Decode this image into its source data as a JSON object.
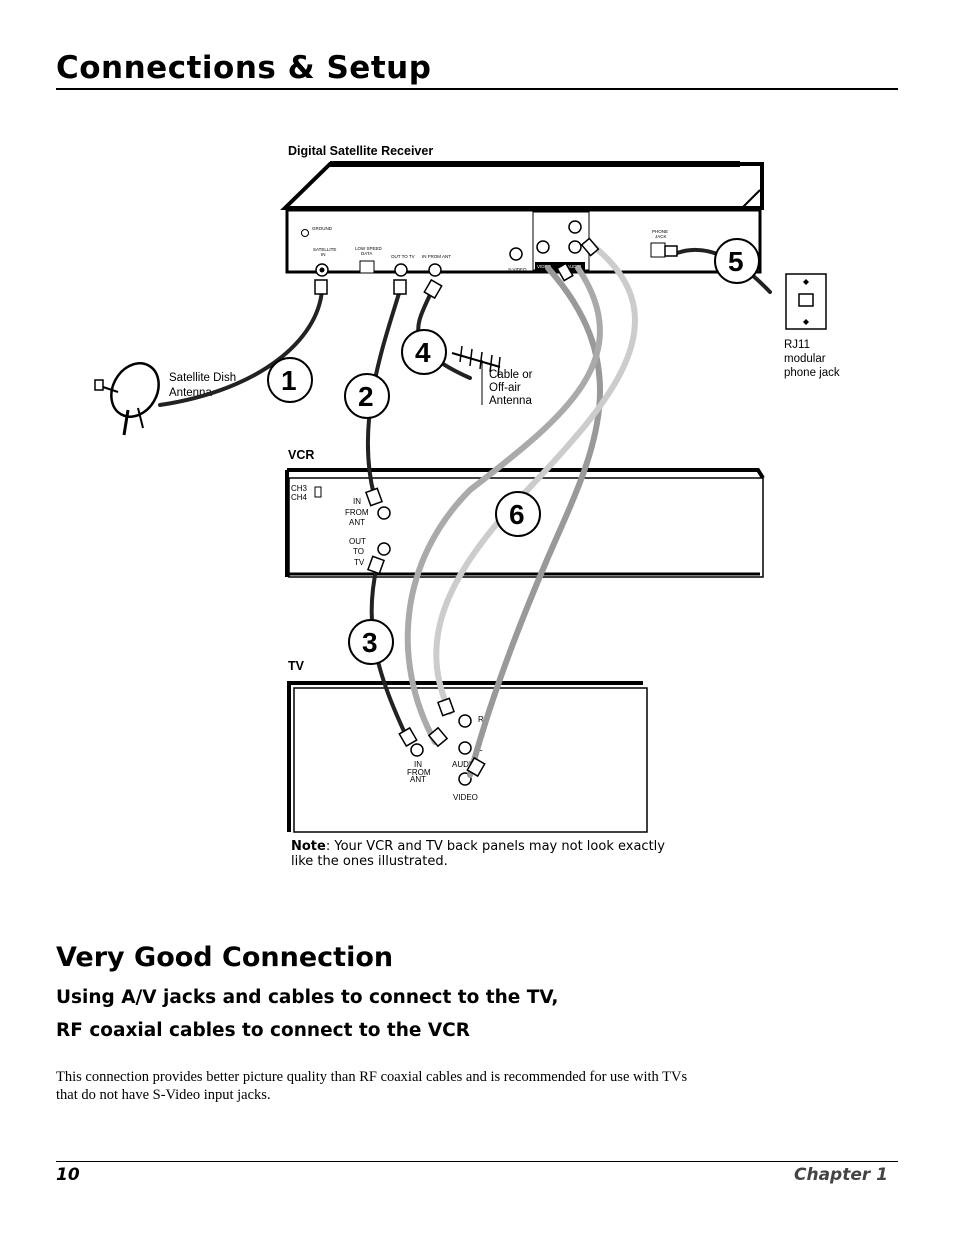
{
  "header": {
    "title": "Connections & Setup"
  },
  "diagram": {
    "receiver_label": "Digital Satellite Receiver",
    "receiver_ports": {
      "ground": "GROUND",
      "satellite_in_1": "SATELLITE",
      "satellite_in_2": "IN",
      "low_speed_1": "LOW SPEED",
      "low_speed_2": "DATA",
      "out_to_tv": "OUT TO TV",
      "in_from_ant": "IN FROM ANT",
      "svideo": "S-VIDEO",
      "video": "VIDEO",
      "audio": "AUDIO",
      "phone_1": "PHONE",
      "phone_2": "JACK"
    },
    "dish_label_1": "Satellite Dish",
    "dish_label_2": "Antenna",
    "antenna_label_1": "Cable or",
    "antenna_label_2": "Off-air",
    "antenna_label_3": "Antenna",
    "phone_jack_label_1": "RJ11",
    "phone_jack_label_2": "modular",
    "phone_jack_label_3": "phone jack",
    "vcr_label": "VCR",
    "vcr_ch3": "CH3",
    "vcr_ch4": "CH4",
    "vcr_in_1": "IN",
    "vcr_in_2": "FROM",
    "vcr_in_3": "ANT",
    "vcr_out_1": "OUT",
    "vcr_out_2": "TO",
    "vcr_out_3": "TV",
    "tv_label": "TV",
    "tv_r": "R",
    "tv_l": "L",
    "tv_audio": "AUDIO",
    "tv_video": "VIDEO",
    "tv_in_1": "IN",
    "tv_in_2": "FROM",
    "tv_in_3": "ANT",
    "steps": [
      "1",
      "2",
      "3",
      "4",
      "5",
      "6"
    ]
  },
  "note": {
    "bold": "Note",
    "text": ": Your VCR and TV back panels may not look exactly like the ones illustrated."
  },
  "section": {
    "title": "Very Good Connection",
    "subtitle_1": "Using A/V jacks and cables to connect to the TV,",
    "subtitle_2": "RF coaxial cables to connect to the VCR",
    "body": "This connection provides better picture quality than RF coaxial cables and is recommended for use with TVs that do not have S-Video input jacks."
  },
  "footer": {
    "page_number": "10",
    "chapter": "Chapter 1"
  }
}
